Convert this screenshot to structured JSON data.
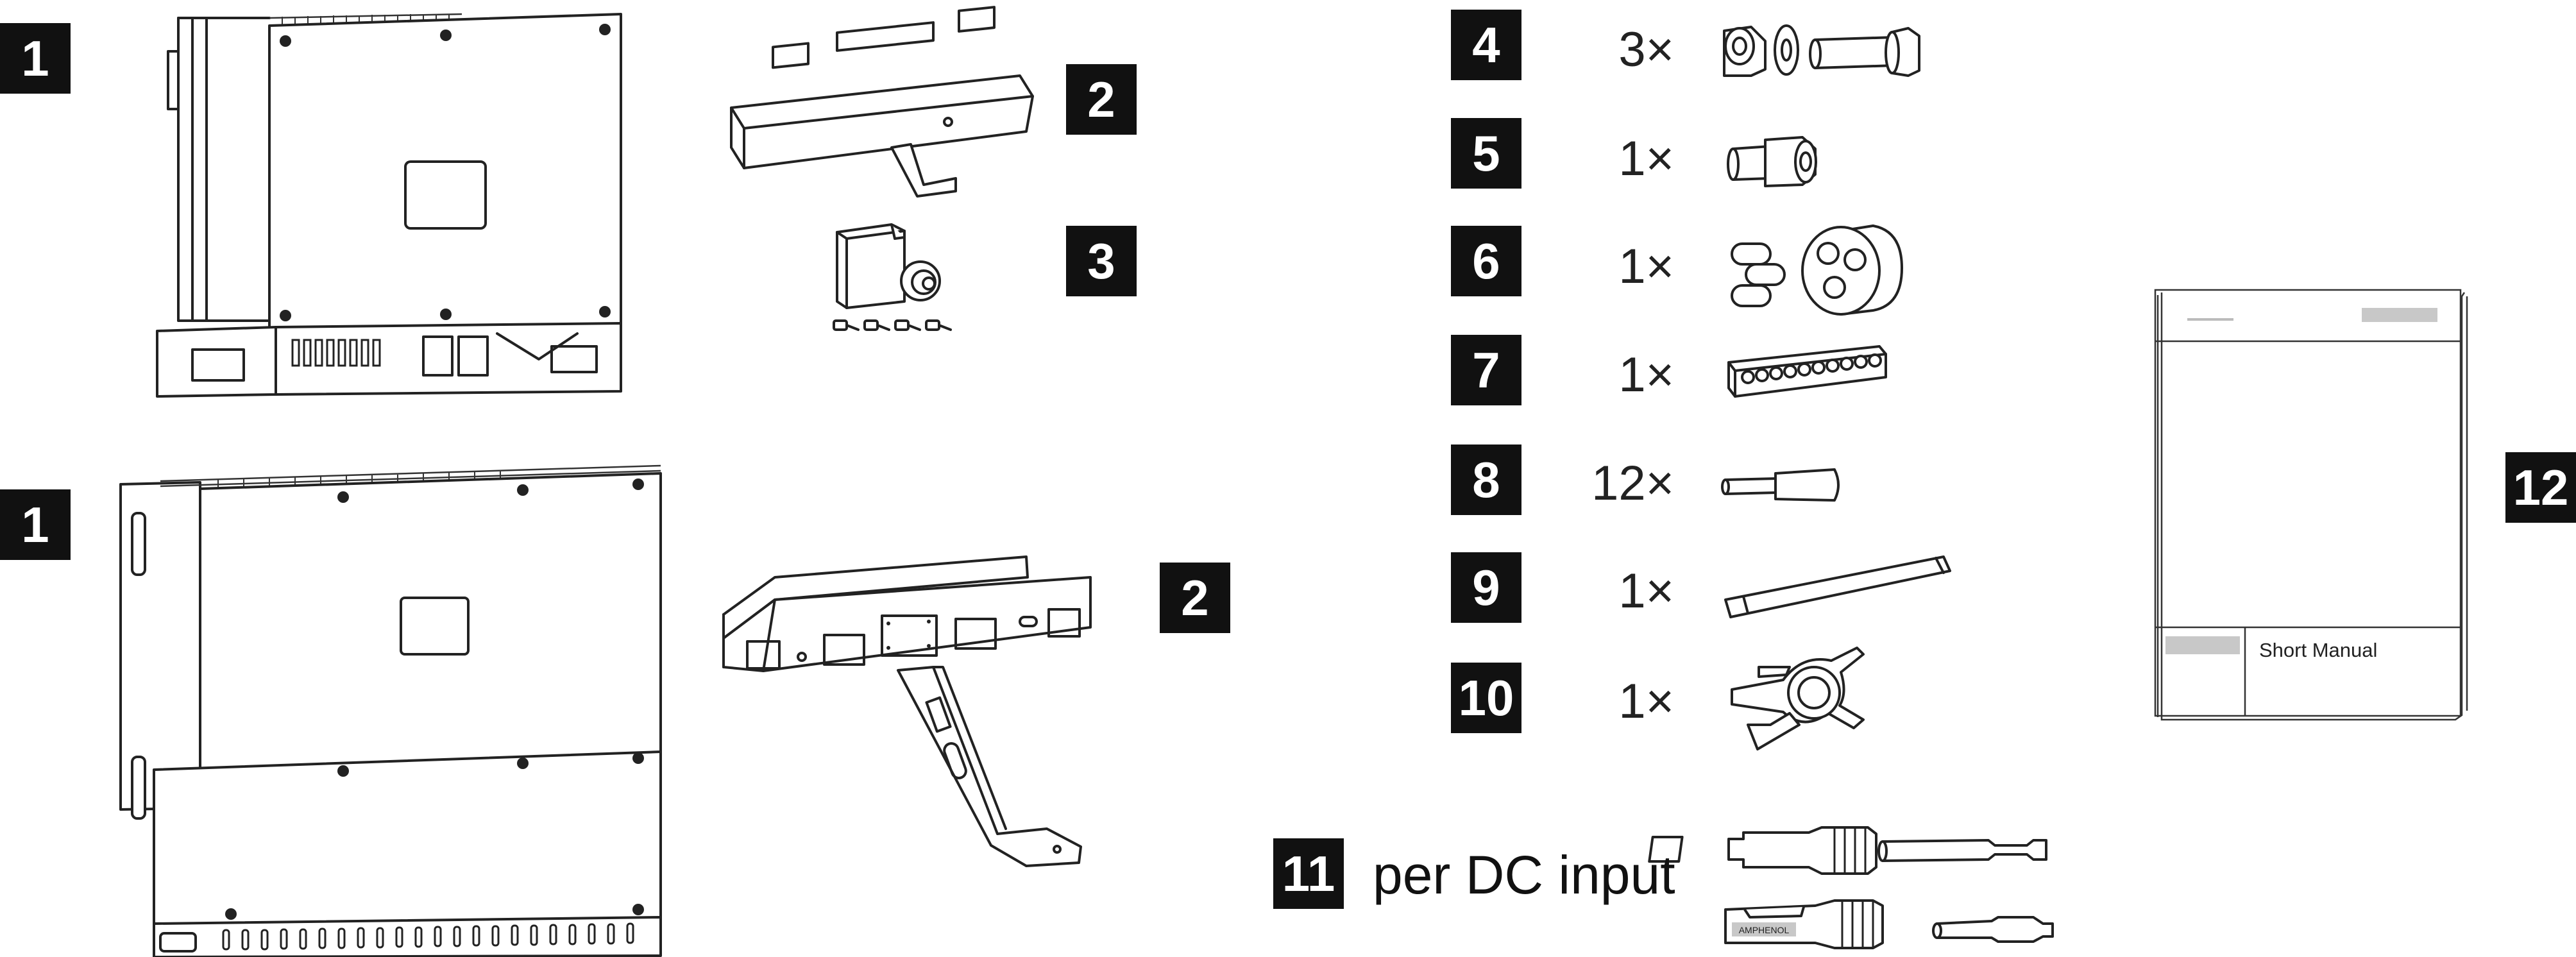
{
  "badges": {
    "b1a": "1",
    "b1b": "1",
    "b2a": "2",
    "b2b": "2",
    "b3": "3",
    "b4": "4",
    "b5": "5",
    "b6": "6",
    "b7": "7",
    "b8": "8",
    "b9": "9",
    "b10": "10",
    "b11": "11",
    "b12": "12"
  },
  "quantities": {
    "q4": "3×",
    "q5": "1×",
    "q6": "1×",
    "q7": "1×",
    "q8": "12×",
    "q9": "1×",
    "q10": "1×"
  },
  "per_dc_input": "per DC input",
  "manual": {
    "title": "Short Manual"
  },
  "icons": [
    "inverter-small",
    "inverter-large",
    "wall-bracket-small",
    "wall-bracket-large",
    "comm-module-with-screws",
    "nut-washer-bolt",
    "cable-gland",
    "sealing-plug-insert",
    "terminal-strip",
    "wire-ferrule",
    "rod",
    "dc-connector-tool",
    "dc-connector-pairs",
    "manual-document"
  ]
}
